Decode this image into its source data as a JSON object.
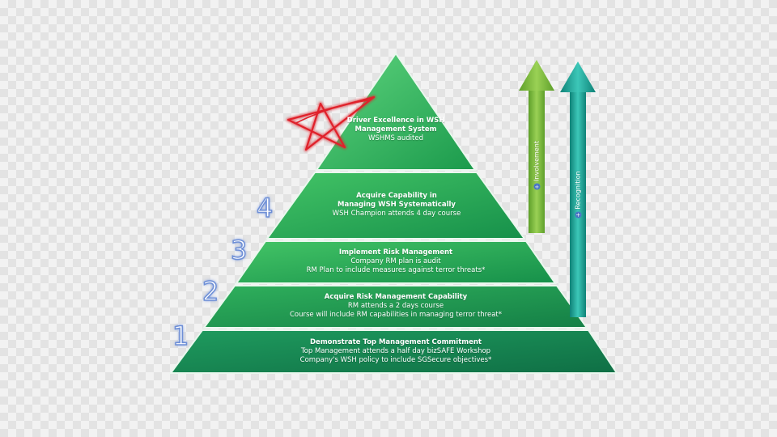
{
  "tiers": [
    {
      "title": "Demonstrate Top Management Commitment",
      "lines": [
        "Top Management attends a half day bizSAFE Workshop",
        "Company's WSH policy to include SGSecure objectives*"
      ]
    },
    {
      "title": "Acquire Risk Management Capability",
      "lines": [
        "RM attends a 2 days course",
        "Course will include RM capabilities in managing terror threat*"
      ]
    },
    {
      "title": "Implement Risk Management",
      "lines": [
        "Company RM plan is audit",
        "RM Plan to include measures against terror threats*"
      ]
    },
    {
      "title": "Acquire Capability in",
      "lines": [
        "Managing  WSH Systematically",
        "WSH Champion attends 4 day course"
      ]
    },
    {
      "title": "Driver Excellence  in WSH",
      "lines": [
        "Management System",
        "WSHMS audited"
      ]
    }
  ],
  "levels": [
    "1",
    "2",
    "3",
    "4"
  ],
  "arrows": {
    "involvement": {
      "label": "Involvement",
      "prefix": "+",
      "color": "#7dbb3c"
    },
    "recognition": {
      "label": "Recognition",
      "prefix": "+",
      "color": "#1ea597"
    }
  },
  "colors": {
    "pyramid_light": "#3cc56a",
    "pyramid_dark": "#17904a",
    "separator": "#e8f5ec",
    "star": "#e0212b"
  }
}
